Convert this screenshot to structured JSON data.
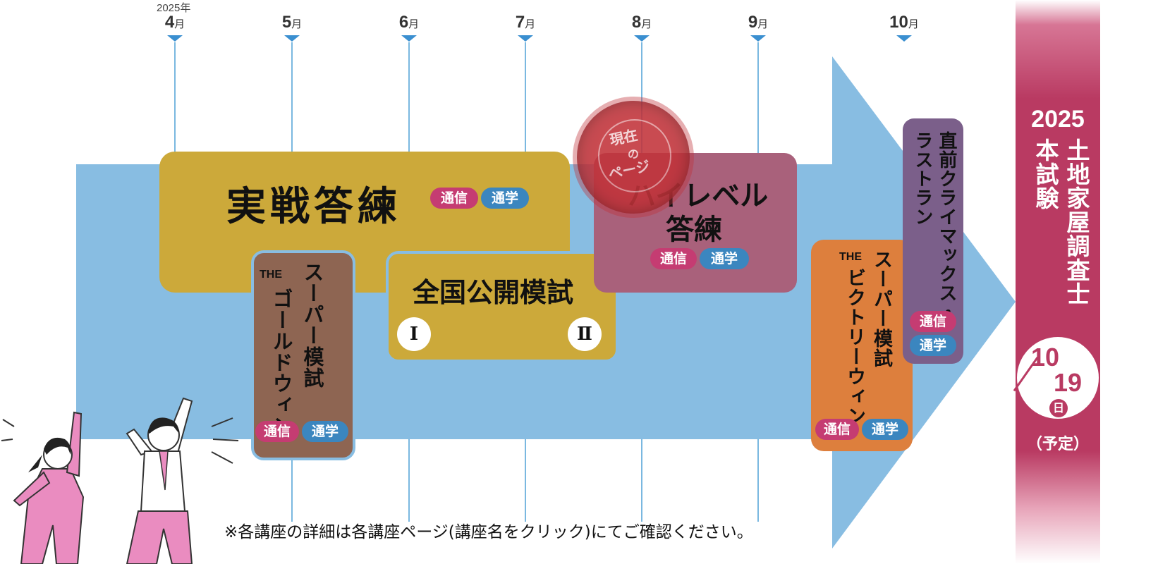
{
  "timeline": {
    "year_label": "2025年",
    "months": [
      {
        "num": "4",
        "unit": "月"
      },
      {
        "num": "5",
        "unit": "月"
      },
      {
        "num": "6",
        "unit": "月"
      },
      {
        "num": "7",
        "unit": "月"
      },
      {
        "num": "8",
        "unit": "月"
      },
      {
        "num": "9",
        "unit": "月"
      },
      {
        "num": "10",
        "unit": "月"
      }
    ]
  },
  "badges": {
    "tsushin": "通信",
    "tsugaku": "通学"
  },
  "courses": {
    "jissen": {
      "title": "実戦答練",
      "color": "#cca93a"
    },
    "super_gold": {
      "the": "THE",
      "line1": "スーパー模試",
      "line2": "ゴールドウィン",
      "color": "#8e6552"
    },
    "zenkoku": {
      "title": "全国公開模試",
      "num1": "Ⅰ",
      "num2": "Ⅱ",
      "color": "#cca93a"
    },
    "high_level": {
      "line1": "ハイレベル",
      "line2": "答練",
      "color": "#a9617b"
    },
    "super_victory": {
      "the": "THE",
      "line1": "スーパー模試",
      "line2": "ビクトリーウィン",
      "color": "#dd7f3d"
    },
    "chokuzen": {
      "line1": "直前クライマックス・",
      "line2": "ラストラン",
      "color": "#7b5f8a"
    }
  },
  "seal": {
    "line1": "現在",
    "line2": "の",
    "line3": "ページ",
    "color": "#c2333a"
  },
  "exam": {
    "year": "2025",
    "line1": "土地家屋調査士",
    "line2": "本試験",
    "date_month": "10",
    "date_day": "19",
    "weekday": "日",
    "note": "（予定）",
    "color": "#b93a62"
  },
  "footer": {
    "note": "※各講座の詳細は各講座ページ(講座名をクリック)にてご確認ください。"
  }
}
